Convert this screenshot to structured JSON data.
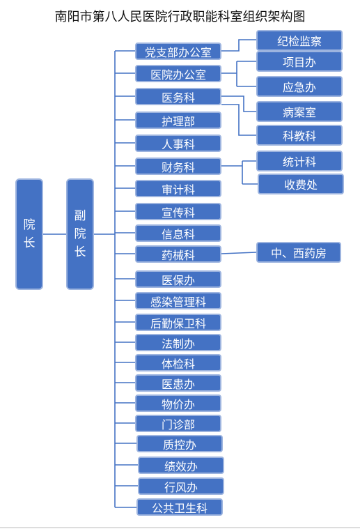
{
  "title": "南阳市第八人民医院行政职能科室组织架构图",
  "president": [
    "院",
    "长"
  ],
  "vice_president": [
    "副",
    "院",
    "长"
  ],
  "departments": [
    "党支部办公室",
    "医院办公室",
    "医务科",
    "护理部",
    "人事科",
    "财务科",
    "审计科",
    "宣传科",
    "信息科",
    "药械科",
    "医保办",
    "感染管理科",
    "后勤保卫科",
    "法制办",
    "体检科",
    "医患办",
    "物价办",
    "门诊部",
    "质控办",
    "绩效办",
    "行风办",
    "公共卫生科"
  ],
  "sub_units": [
    {
      "parent": "党支部办公室",
      "label": "纪检监察"
    },
    {
      "parent": "医院办公室",
      "label": "项目办"
    },
    {
      "parent": "医院办公室",
      "label": "应急办"
    },
    {
      "parent": "医务科",
      "label": "病案室"
    },
    {
      "parent": "医务科",
      "label": "科教科"
    },
    {
      "parent": "财务科",
      "label": "统计科"
    },
    {
      "parent": "财务科",
      "label": "收费处"
    },
    {
      "parent": "药械科",
      "label": "中、西药房"
    }
  ],
  "colors": {
    "box_fill": "#4472c4",
    "box_border": "#9db4df",
    "line": "#4472c4"
  }
}
